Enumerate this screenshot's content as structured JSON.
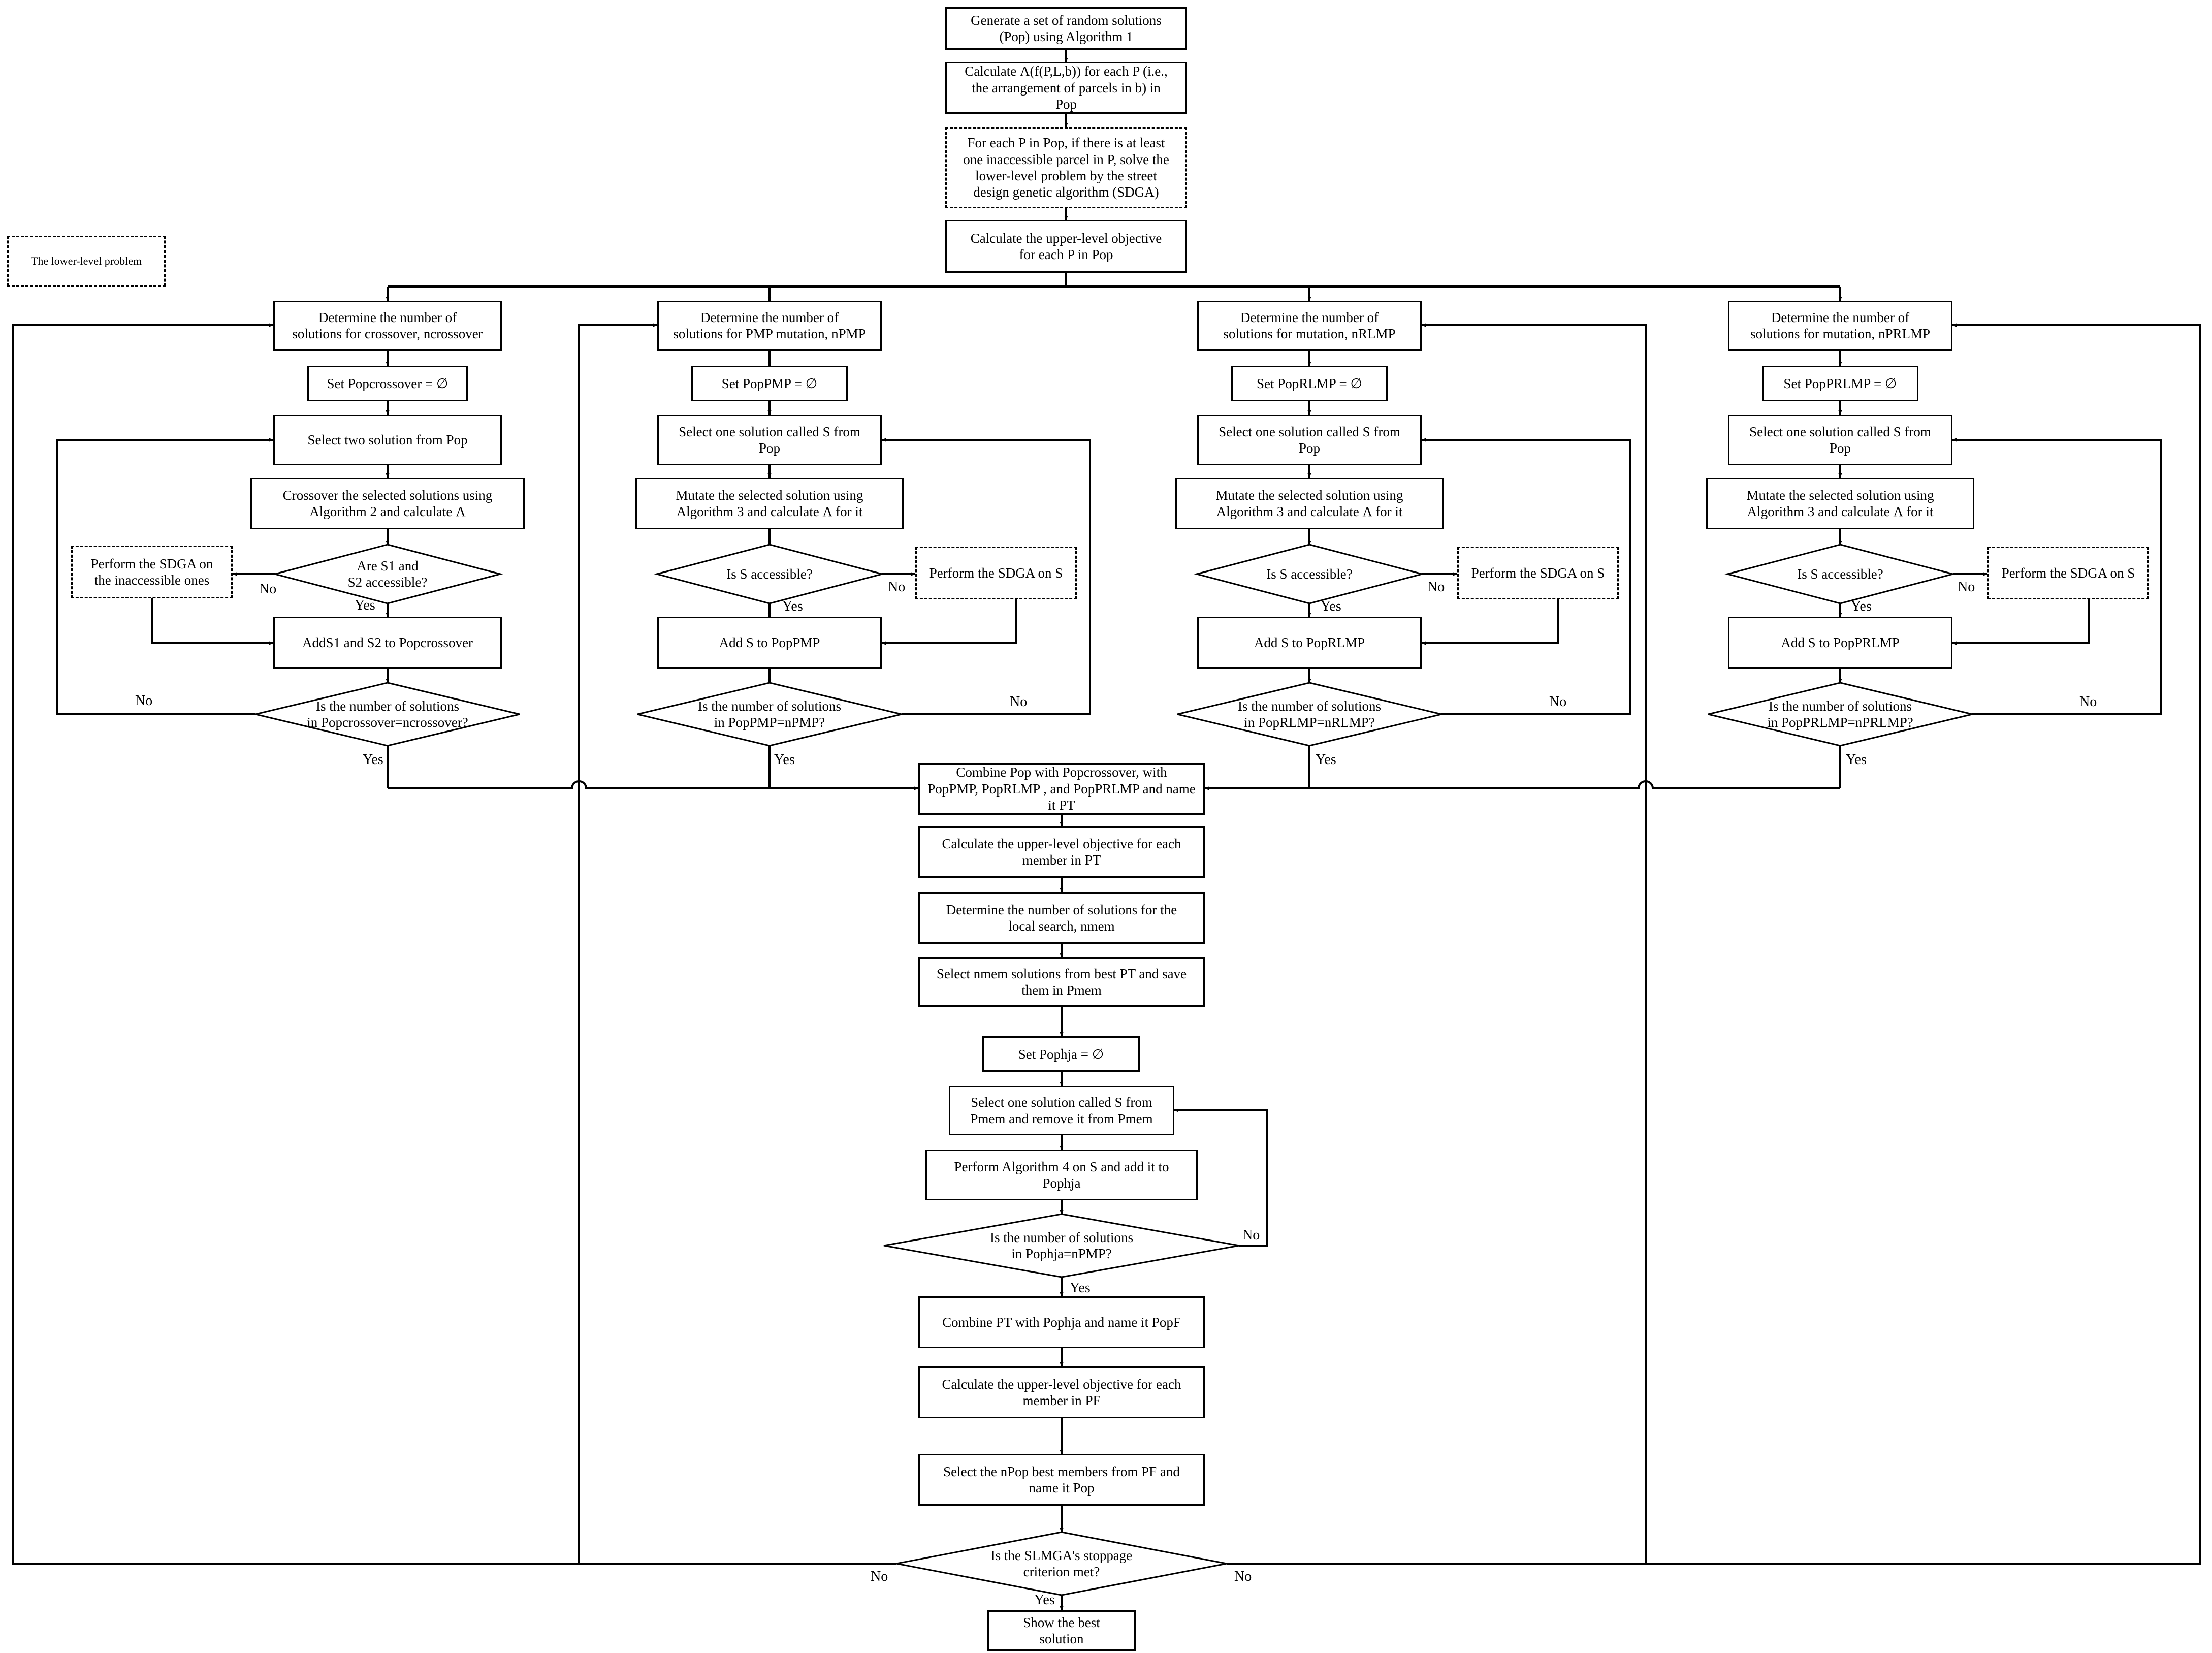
{
  "legend": {
    "label": "The lower-level problem"
  },
  "main": {
    "generate": [
      "Generate a set of random solutions",
      "(Pop) using Algorithm 1"
    ],
    "calc_lambda": [
      "Calculate Λ(f(P,L,b)) for each P (i.e.,",
      "the arrangement of parcels in b) in",
      "Pop"
    ],
    "lower_level": [
      "For each P in Pop, if there is at least",
      "one inaccessible parcel in P, solve the",
      "lower-level problem by the street",
      "design genetic algorithm (SDGA)"
    ],
    "upper_obj": [
      "Calculate the upper-level objective",
      "for each P in Pop"
    ],
    "combine": [
      "Combine Pop with Popcrossover, with",
      "PopPMP, PopRLMP , and PopPRLMP and name",
      "it PT"
    ],
    "calc_pt": [
      "Calculate the upper-level objective for each",
      "member in PT"
    ],
    "local_n": [
      "Determine the number of solutions for the",
      "local search, nmem"
    ],
    "select_mem": [
      "Select nmem solutions from best PT and save",
      "them in Pmem"
    ],
    "set_hja": [
      "Set Pophja = ∅"
    ],
    "select_s": [
      "Select one solution called S from",
      "Pmem and remove it from Pmem"
    ],
    "perform4": [
      "Perform Algorithm 4 on S and add it to",
      "Pophja"
    ],
    "hja_check": [
      "Is the number of solutions",
      "in Pophja=nPMP?"
    ],
    "combine_f": [
      "Combine PT with Pophja and name it PopF"
    ],
    "calc_pf": [
      "Calculate the upper-level objective for each",
      "member in PF"
    ],
    "select_best": [
      "Select the nPop best members from PF and",
      "name it Pop"
    ],
    "stoppage": [
      "Is the SLMGA's stoppage",
      "criterion met?"
    ],
    "show_best": [
      "Show the best",
      "solution"
    ]
  },
  "crossover": {
    "determine": [
      "Determine the number of",
      "solutions for crossover, ncrossover"
    ],
    "set": [
      "Set Popcrossover = ∅"
    ],
    "select": [
      "Select two solution from Pop"
    ],
    "operate": [
      "Crossover the selected solutions using",
      "Algorithm 2 and calculate Λ"
    ],
    "check": [
      "Are S1 and",
      "S2 accessible?"
    ],
    "sdga": [
      "Perform the SDGA on",
      "the inaccessible ones"
    ],
    "add": [
      "AddS1 and S2 to  Popcrossover"
    ],
    "count": [
      "Is the number of solutions",
      "in Popcrossover=ncrossover?"
    ]
  },
  "pmp": {
    "determine": [
      "Determine the number of",
      "solutions for PMP mutation, nPMP"
    ],
    "set": [
      "Set PopPMP = ∅"
    ],
    "select": [
      "Select one solution called S from",
      "Pop"
    ],
    "operate": [
      "Mutate the selected solution using",
      "Algorithm 3 and calculate Λ for it"
    ],
    "check": [
      "Is S accessible?"
    ],
    "sdga": [
      "Perform the SDGA on S"
    ],
    "add": [
      "Add S to  PopPMP"
    ],
    "count": [
      "Is the number of solutions",
      "in PopPMP=nPMP?"
    ]
  },
  "rlmp": {
    "determine": [
      "Determine the number of",
      "solutions for mutation, nRLMP"
    ],
    "set": [
      "Set PopRLMP = ∅"
    ],
    "select": [
      "Select one solution called S from",
      "Pop"
    ],
    "operate": [
      "Mutate the selected solution using",
      "Algorithm 3 and calculate Λ for it"
    ],
    "check": [
      "Is S accessible?"
    ],
    "sdga": [
      "Perform the SDGA on S"
    ],
    "add": [
      "Add S to  PopRLMP"
    ],
    "count": [
      "Is the number of solutions",
      "in PopRLMP=nRLMP?"
    ]
  },
  "prlmp": {
    "determine": [
      "Determine the number of",
      "solutions for mutation, nPRLMP"
    ],
    "set": [
      "Set PopPRLMP = ∅"
    ],
    "select": [
      "Select one solution called S from",
      "Pop"
    ],
    "operate": [
      "Mutate the selected solution using",
      "Algorithm 3 and calculate Λ for it"
    ],
    "check": [
      "Is S accessible?"
    ],
    "sdga": [
      "Perform the SDGA on S"
    ],
    "add": [
      "Add S to  PopPRLMP"
    ],
    "count": [
      "Is the number of solutions",
      "in PopPRLMP=nPRLMP?"
    ]
  },
  "labels": {
    "yes": "Yes",
    "no": "No"
  }
}
